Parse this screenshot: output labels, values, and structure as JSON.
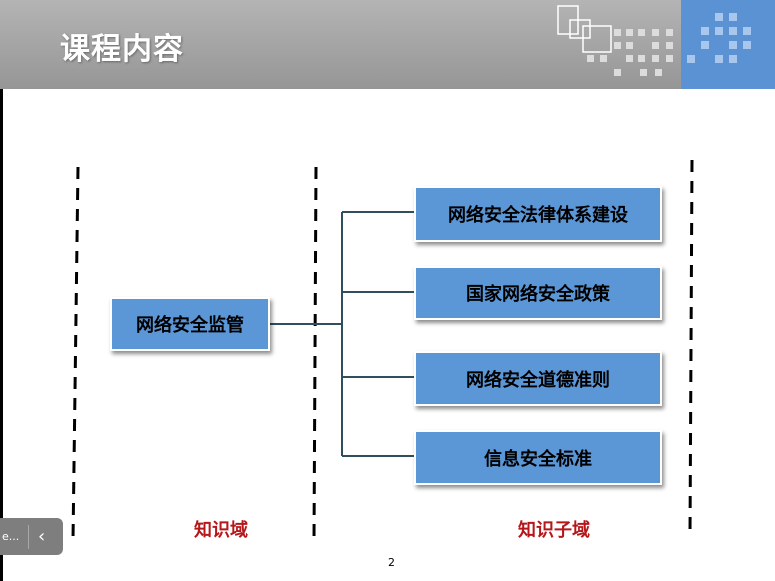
{
  "header": {
    "title": "课程内容"
  },
  "diagram": {
    "root": "网络安全监管",
    "children": [
      "网络安全法律体系建设",
      "国家网络安全政策",
      "网络安全道德准则",
      "信息安全标准"
    ],
    "labels": {
      "domain": "知识域",
      "subdomain": "知识子域"
    }
  },
  "footer": {
    "page_number": "2",
    "nav_text": "e..."
  },
  "colors": {
    "header_gray": "#a6a6a6",
    "box_blue": "#5b96d6",
    "accent_blue": "#5b92d4",
    "label_red": "#b5171b",
    "connector": "#2f4f5f"
  }
}
